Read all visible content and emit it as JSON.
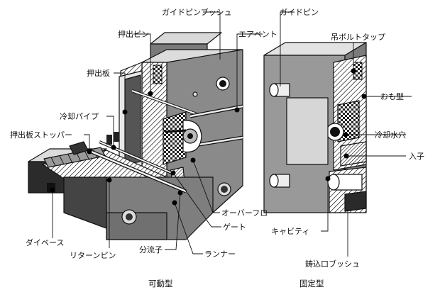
{
  "labels": {
    "guide_pin_bushing": "ガイドピンブッシュ",
    "guide_pin": "ガイドピン",
    "ejector_pin": "押出ピン",
    "air_vent": "エアベント",
    "eyebolt_tap": "吊ボルトタップ",
    "ejector_plate": "押出板",
    "main_die": "おも型",
    "cooling_pipe": "冷却パイプ",
    "cooling_hole": "冷却水穴",
    "ejector_plate_stopper": "押出板ストッパー",
    "insert": "入子",
    "overflow": "オーバーフロー",
    "gate": "ゲート",
    "cavity": "キャビティ",
    "die_base": "ダイベース",
    "return_pin": "リターンピン",
    "spreader": "分流子",
    "runner": "ランナー",
    "sprue_bushing": "鋳込口ブッシュ"
  },
  "captions": {
    "movable_die": "可動型",
    "fixed_die": "固定型"
  }
}
